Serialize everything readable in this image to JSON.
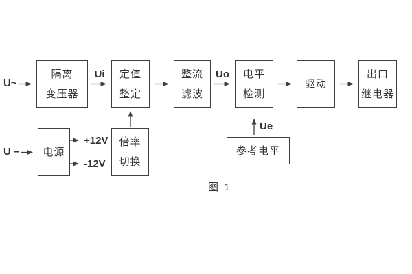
{
  "figure": {
    "caption": "图 1",
    "background_color": "#ffffff",
    "line_color": "#3f3f3f",
    "text_color": "#333333"
  },
  "blocks": {
    "isolation_transformer": {
      "line1": "隔离",
      "line2": "变压器"
    },
    "value_setting": {
      "line1": "定值",
      "line2": "整定"
    },
    "rectify_filter": {
      "line1": "整流",
      "line2": "滤波"
    },
    "level_detect": {
      "line1": "电平",
      "line2": "检测"
    },
    "drive": {
      "label": "驱动"
    },
    "output_relay": {
      "line1": "出口",
      "line2": "继电器"
    },
    "power_supply": {
      "label": "电源"
    },
    "ratio_switch": {
      "line1": "倍率",
      "line2": "切换"
    },
    "reference_level": {
      "label": "参考电平"
    }
  },
  "signals": {
    "ac_input": "U~",
    "dc_input": "U –",
    "ui": "Ui",
    "uo": "Uo",
    "ue": "Ue",
    "plus_12v": "+12V",
    "minus_12v": "-12V"
  }
}
